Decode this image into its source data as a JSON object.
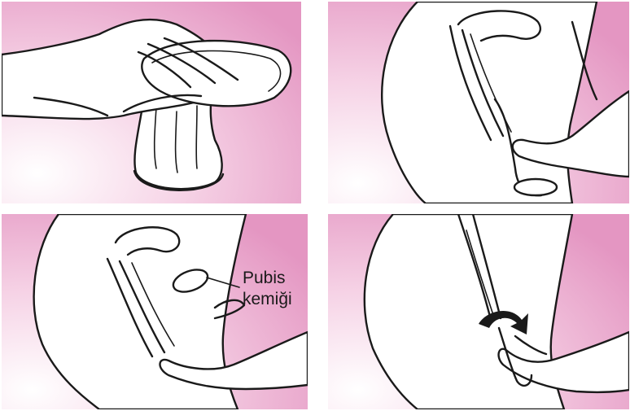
{
  "background_color": "#e9a3c9",
  "panels": [
    {
      "id": "step-1"
    },
    {
      "id": "step-2"
    },
    {
      "id": "step-3",
      "label_line1": "Pubis",
      "label_line2": "kemiği"
    },
    {
      "id": "step-4"
    }
  ]
}
